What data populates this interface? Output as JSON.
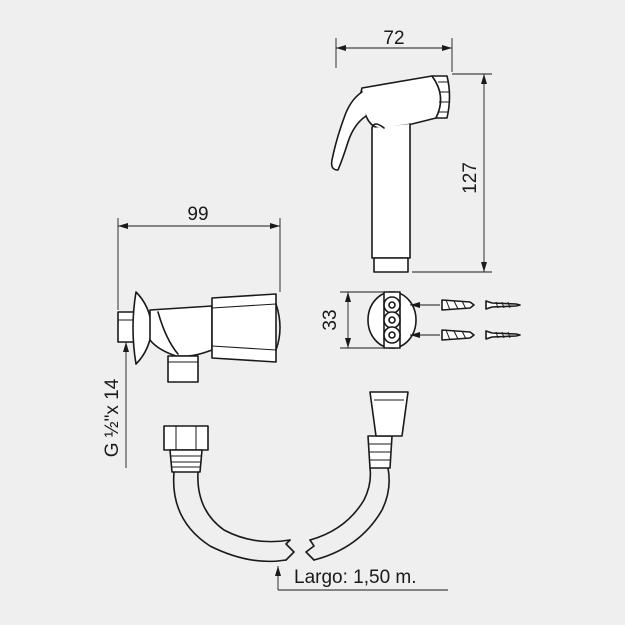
{
  "dimensions": {
    "handshower_width": "72",
    "handshower_height": "127",
    "valve_length": "99",
    "wall_plate_height": "33",
    "thread": "G ½\"x 14",
    "hose_length": "Largo: 1,50 m."
  },
  "colors": {
    "background": "#efefef",
    "line": "#1a1a1a"
  }
}
